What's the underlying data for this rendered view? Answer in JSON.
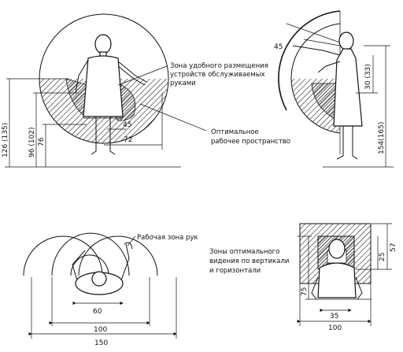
{
  "diagram": {
    "front_view": {
      "zone_label_lines": [
        "Зона удобного размещения",
        "устройств обслуживаемых",
        "руками"
      ],
      "optimal_label_lines": [
        "Оптимальное",
        "рабочее пространство"
      ],
      "dims": {
        "height_total": "126 (135)",
        "height_mid": "96 (102)",
        "height_low": "76",
        "angle": "45",
        "reach": "72"
      }
    },
    "side_view": {
      "dims": {
        "angle": "45",
        "depth": "30 (33)",
        "height": "154(165)"
      }
    },
    "top_view": {
      "label": "Рабочая зона рук",
      "dims": {
        "inner": "60",
        "middle": "100",
        "outer": "150"
      }
    },
    "vision_view": {
      "label_lines": [
        "Зоны оптимального",
        "видения по вертикали",
        "и горизонтали"
      ],
      "dims": {
        "width_inner": "35",
        "width_outer": "100",
        "height_left": "75",
        "height_inner": "25",
        "height_outer": "57"
      }
    }
  }
}
